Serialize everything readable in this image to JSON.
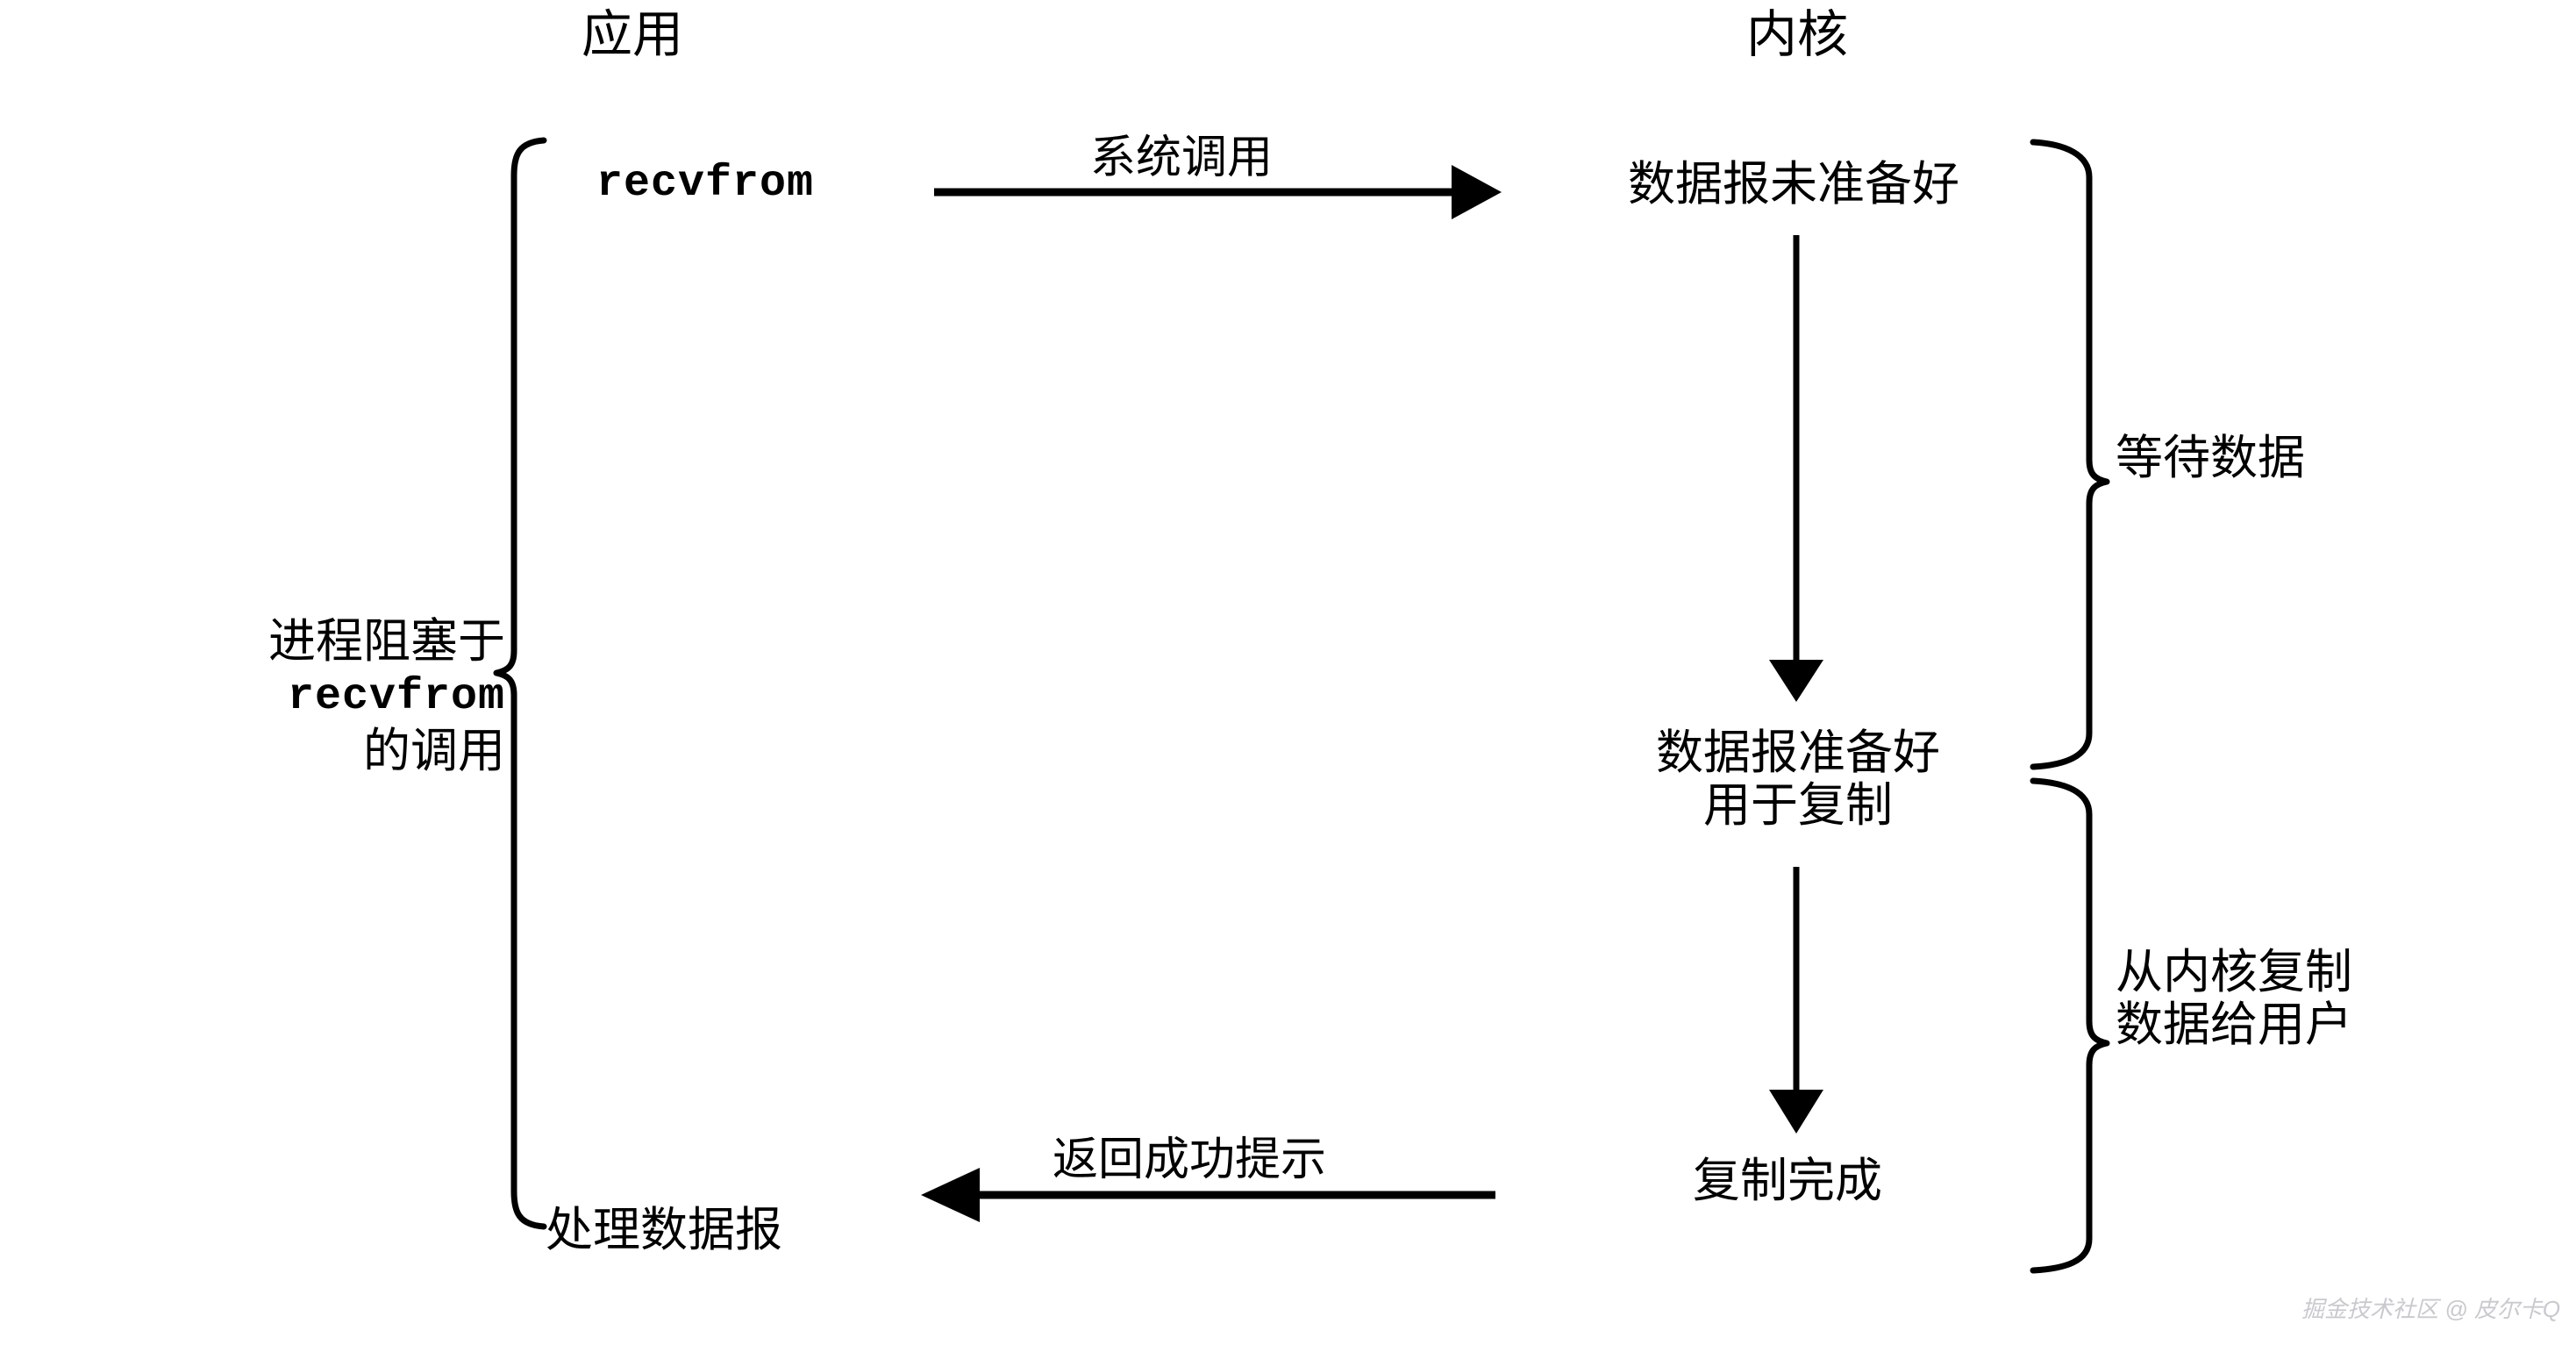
{
  "columns": {
    "app_title": "应用",
    "kernel_title": "内核"
  },
  "app_side": {
    "call_label": "recvfrom",
    "result_label": "处理数据报",
    "brace_note_line1": "进程阻塞于",
    "brace_note_line2": "recvfrom",
    "brace_note_line3": "的调用"
  },
  "kernel_side": {
    "state_1": "数据报未准备好",
    "state_2_line1": "数据报准备好",
    "state_2_line2": "用于复制",
    "state_3": "复制完成"
  },
  "arrows": {
    "syscall_label": "系统调用",
    "return_label": "返回成功提示"
  },
  "phases": {
    "wait_label": "等待数据",
    "copy_label_line1": "从内核复制",
    "copy_label_line2": "数据给用户"
  },
  "watermark": {
    "text": "掘金技术社区 @ 皮尔卡Q"
  },
  "colors": {
    "ink": "#000000",
    "watermark": "#c9c9cf",
    "background": "#ffffff"
  }
}
